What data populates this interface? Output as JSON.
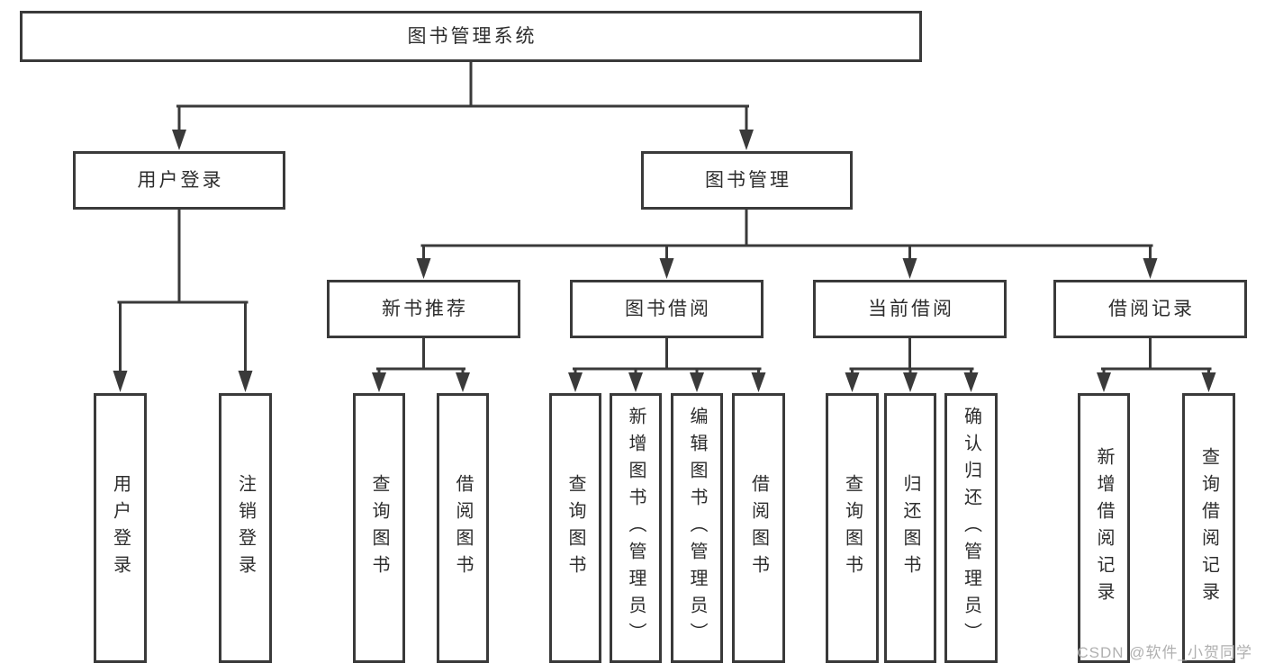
{
  "diagram": {
    "root": {
      "label": "图书管理系统"
    },
    "branches": [
      {
        "label": "用户登录",
        "children": [
          {
            "label": "用户登录"
          },
          {
            "label": "注销登录"
          }
        ]
      },
      {
        "label": "图书管理",
        "children": [
          {
            "label": "新书推荐",
            "children": [
              {
                "label": "查询图书"
              },
              {
                "label": "借阅图书"
              }
            ]
          },
          {
            "label": "图书借阅",
            "children": [
              {
                "label": "查询图书"
              },
              {
                "label": "新增图书（管理员）"
              },
              {
                "label": "编辑图书（管理员）"
              },
              {
                "label": "借阅图书"
              }
            ]
          },
          {
            "label": "当前借阅",
            "children": [
              {
                "label": "查询图书"
              },
              {
                "label": "归还图书"
              },
              {
                "label": "确认归还（管理员）"
              }
            ]
          },
          {
            "label": "借阅记录",
            "children": [
              {
                "label": "新增借阅记录"
              },
              {
                "label": "查询借阅记录"
              }
            ]
          }
        ]
      }
    ]
  },
  "watermark": {
    "text": "CSDN @软件_小贺同学"
  },
  "colors": {
    "line": "#3a3a3a",
    "text": "#2d2d2d",
    "watermark": "#b0b0b0",
    "background": "#ffffff"
  }
}
